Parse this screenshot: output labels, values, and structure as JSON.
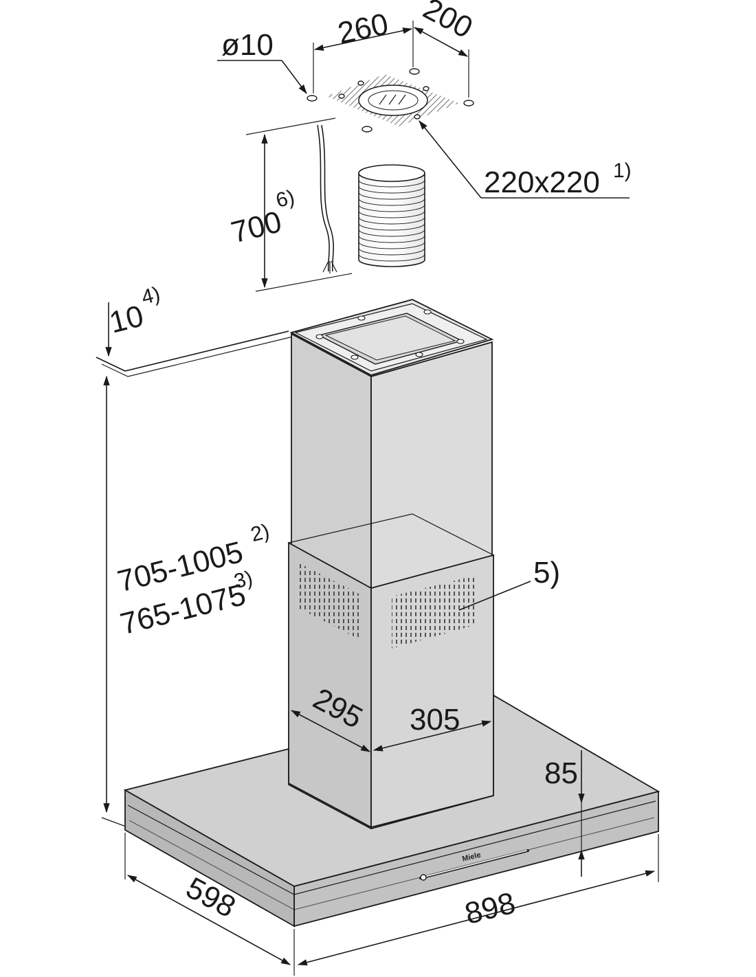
{
  "dimensions": {
    "hole_diameter": "ø10",
    "hole_spacing_width": "260",
    "hole_spacing_depth": "200",
    "duct_opening": "220x220",
    "duct_opening_note": "1)",
    "duct_length": "700",
    "duct_length_note": "6)",
    "ceiling_gap": "10",
    "ceiling_gap_note": "4)",
    "height_range_a": "705-1005",
    "height_range_a_note": "2)",
    "height_range_b": "765-1075",
    "height_range_b_note": "3)",
    "vent_note": "5)",
    "chimney_depth": "295",
    "chimney_width": "305",
    "canopy_height": "85",
    "canopy_depth": "598",
    "canopy_width": "898"
  },
  "brand_mark": "Miele",
  "colors": {
    "line": "#1a1a1a",
    "chimney_left": "#c9c9c9",
    "chimney_front": "#dadada",
    "canopy_top": "#d4d4d4",
    "canopy_front": "#c6c6c6",
    "hatch": "#555555"
  }
}
